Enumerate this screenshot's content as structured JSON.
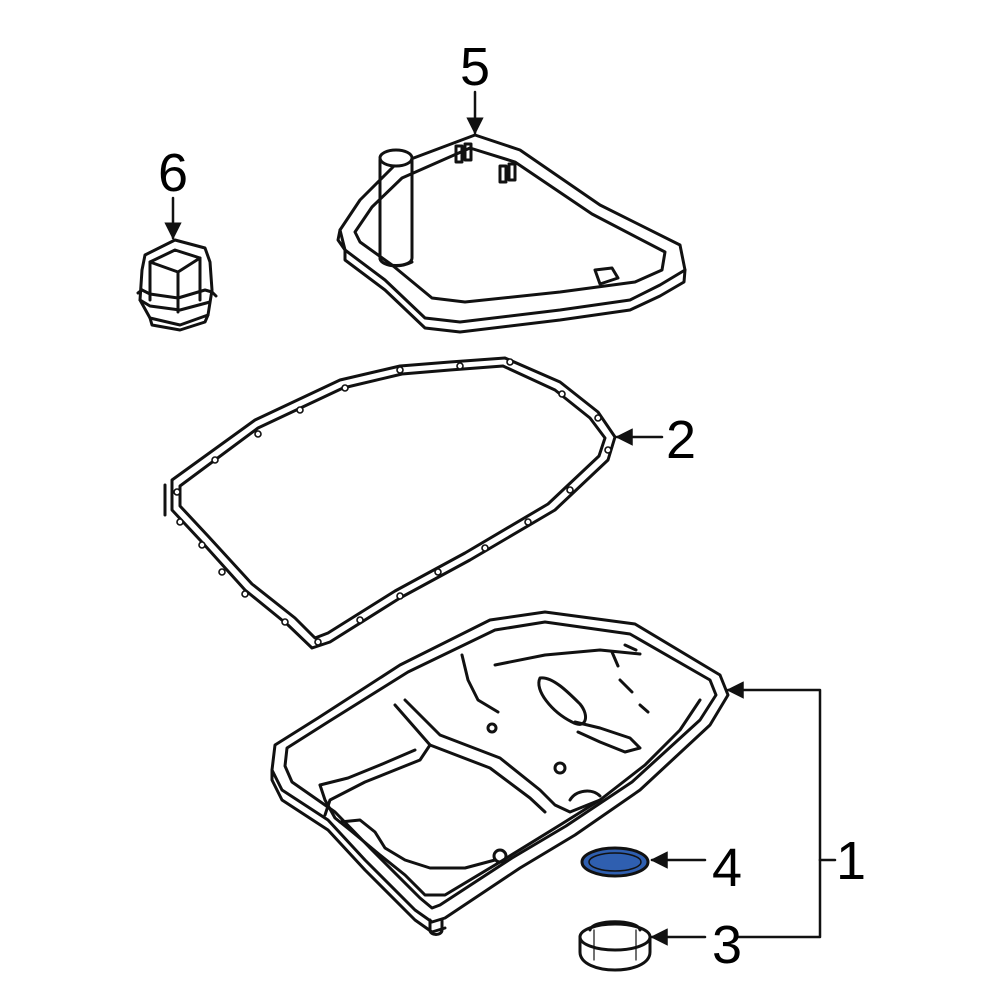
{
  "colors": {
    "line": "#111111",
    "background": "#ffffff",
    "highlight_fill": "#2f5fb0"
  },
  "parts": [
    {
      "id": "oil-pan",
      "callout": "1"
    },
    {
      "id": "gasket",
      "callout": "2"
    },
    {
      "id": "drain-plug",
      "callout": "3"
    },
    {
      "id": "drain-plug-seal",
      "callout": "4",
      "highlighted": true
    },
    {
      "id": "filter",
      "callout": "5"
    },
    {
      "id": "connector-sleeve",
      "callout": "6"
    }
  ]
}
